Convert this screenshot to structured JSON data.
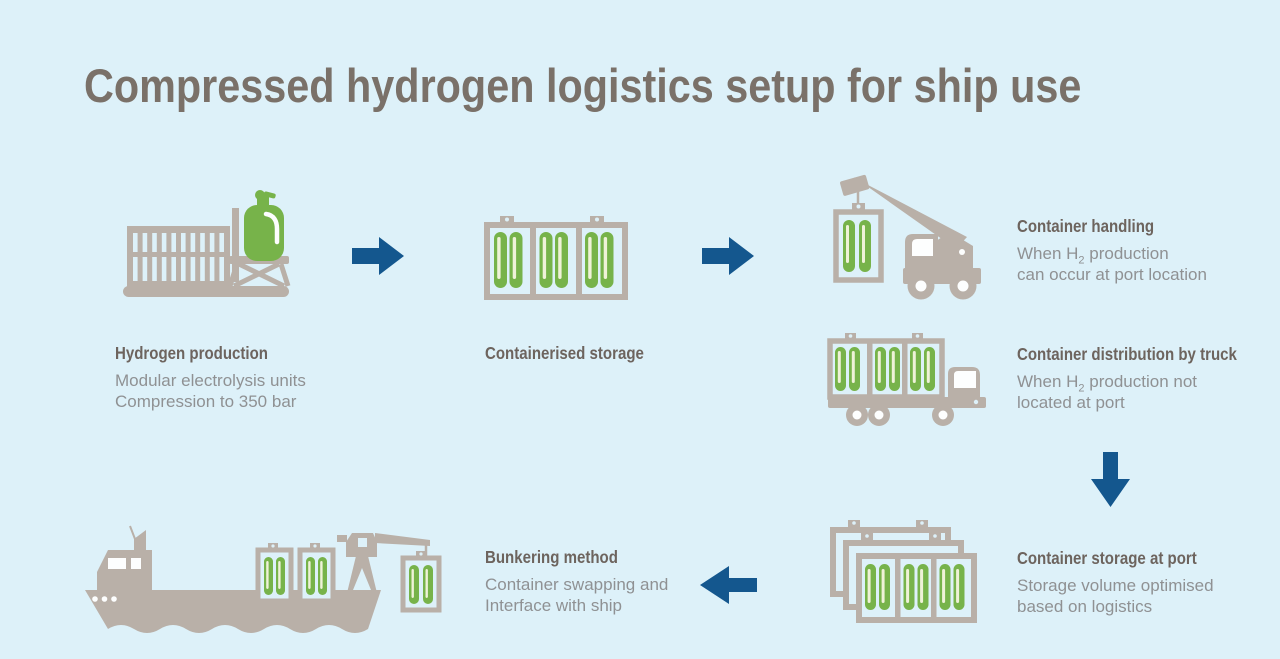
{
  "title": "Compressed hydrogen logistics setup for ship use",
  "colors": {
    "background": "#ddf1f9",
    "title_text": "#7a7169",
    "heading_text": "#6d645e",
    "body_text": "#8f9193",
    "arrow_blue": "#14578e",
    "icon_gray": "#b9b0a8",
    "hydrogen_green": "#77b34a",
    "cylinder_highlight": "#eff2d8"
  },
  "steps": {
    "hydrogen_production": {
      "heading": "Hydrogen production",
      "line1": "Modular electrolysis units",
      "line2": "Compression to 350 bar"
    },
    "containerised_storage": {
      "heading": "Containerised storage"
    },
    "container_handling": {
      "heading": "Container handling",
      "line1_pre": "When H",
      "line1_sub": "2",
      "line1_post": " production",
      "line2": "can occur at port location"
    },
    "container_distribution": {
      "heading": "Container distribution by truck",
      "line1_pre": "When H",
      "line1_sub": "2",
      "line1_post": " production not",
      "line2": "located at port"
    },
    "container_storage": {
      "heading": "Container storage at port",
      "line1": "Storage volume optimised",
      "line2": "based on logistics"
    },
    "bunkering": {
      "heading": "Bunkering method",
      "line1": "Container swapping and",
      "line2": "Interface with ship"
    }
  },
  "icons": {
    "hydrogen_production": "electrolysis-stack-with-green-tank",
    "containerised_storage": "container-with-green-cylinders",
    "container_handling": "mobile-crane-lifting-container",
    "container_distribution": "truck-carrying-container",
    "container_storage": "stacked-containers",
    "bunkering": "cargo-ship-with-crane",
    "flow_arrows": [
      "right",
      "right",
      "down",
      "left"
    ]
  }
}
